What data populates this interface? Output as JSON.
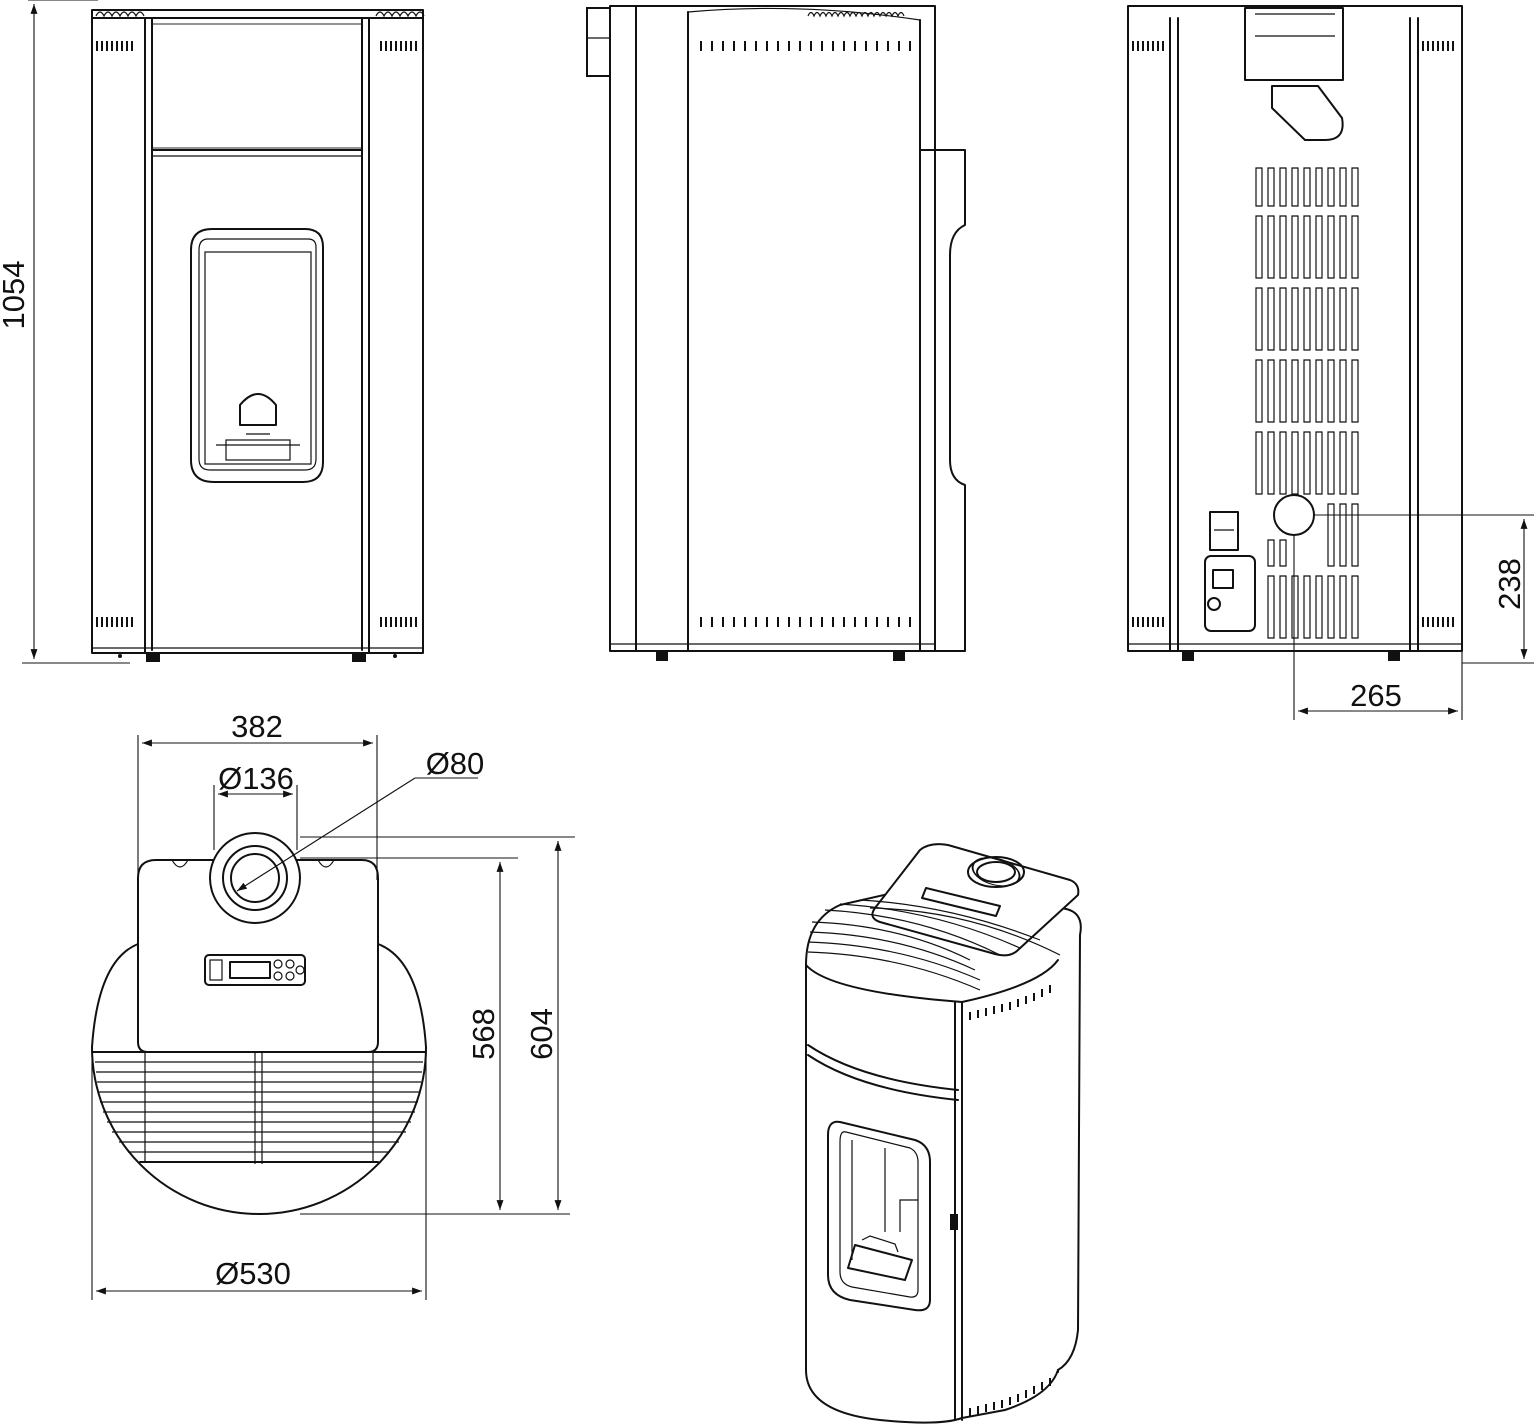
{
  "dimensions": {
    "height_total": "1054",
    "pipe_height": "238",
    "pipe_offset": "265",
    "width_top": "382",
    "outlet_diameter": "Ø136",
    "inlet_diameter": "Ø80",
    "base_diameter": "Ø530",
    "depth_inner": "568",
    "depth_total": "604"
  },
  "colors": {
    "line": "#111111",
    "background": "#ffffff"
  }
}
